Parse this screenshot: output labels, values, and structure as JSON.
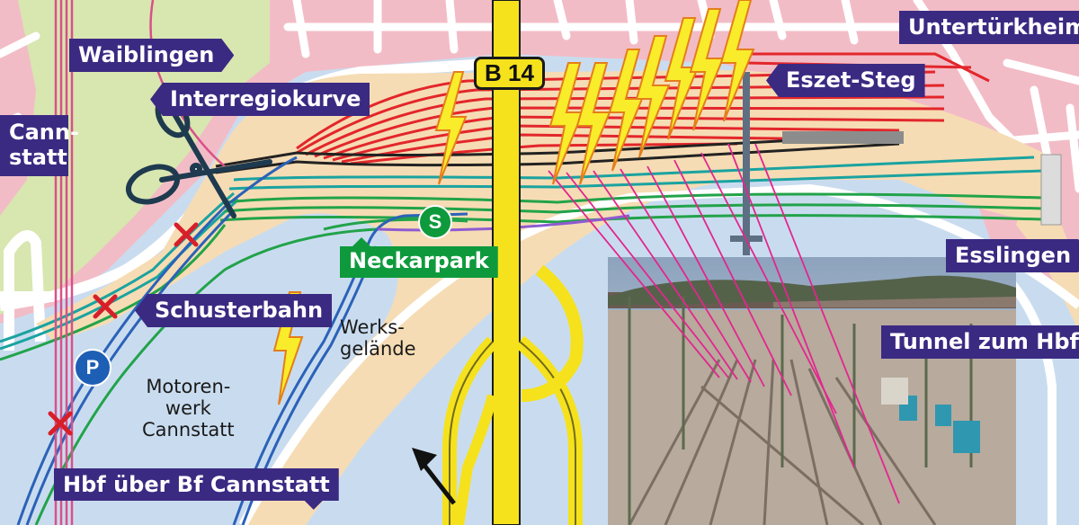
{
  "labels": {
    "waiblingen": "Waiblingen",
    "interregiokurve": "Interregiokurve",
    "cannstatt": "Cann-\nstatt",
    "untertuerkheim": "Untertürkheim",
    "eszet_steg": "Eszet-Steg",
    "esslingen": "Esslingen",
    "tunnel_hbf": "Tunnel zum Hbf",
    "schusterbahn": "Schusterbahn",
    "neckarpark": "Neckarpark",
    "hbf_cannstatt": "Hbf über  Bf Cannstatt",
    "werksgelaende": "Werks-\ngelände",
    "motorenwerk": "Motoren-\nwerk\nCannstatt",
    "road": "B 14",
    "s_bahn": "S",
    "parking": "P"
  },
  "colors": {
    "label_bg": "#3b2a82",
    "label_text": "#ffffff",
    "station_label_bg": "#0e9a3c",
    "land": "#f2bcc6",
    "green_area": "#d8e6b0",
    "water": "#c9dcef",
    "rail_corridor": "#f6dcb4",
    "road_fill": "#f5e21c",
    "track_red": "#e3262b",
    "track_green": "#22a34a",
    "track_teal": "#1aa3a0",
    "track_blue": "#2b62b8",
    "track_black": "#222222",
    "lightning": "#f9ec2a",
    "projection_lines": "#e2268e"
  },
  "icons": [
    "scissors-icon",
    "x-mark-icon",
    "lightning-icon",
    "arrow-icon",
    "parking-icon",
    "s-bahn-icon"
  ]
}
